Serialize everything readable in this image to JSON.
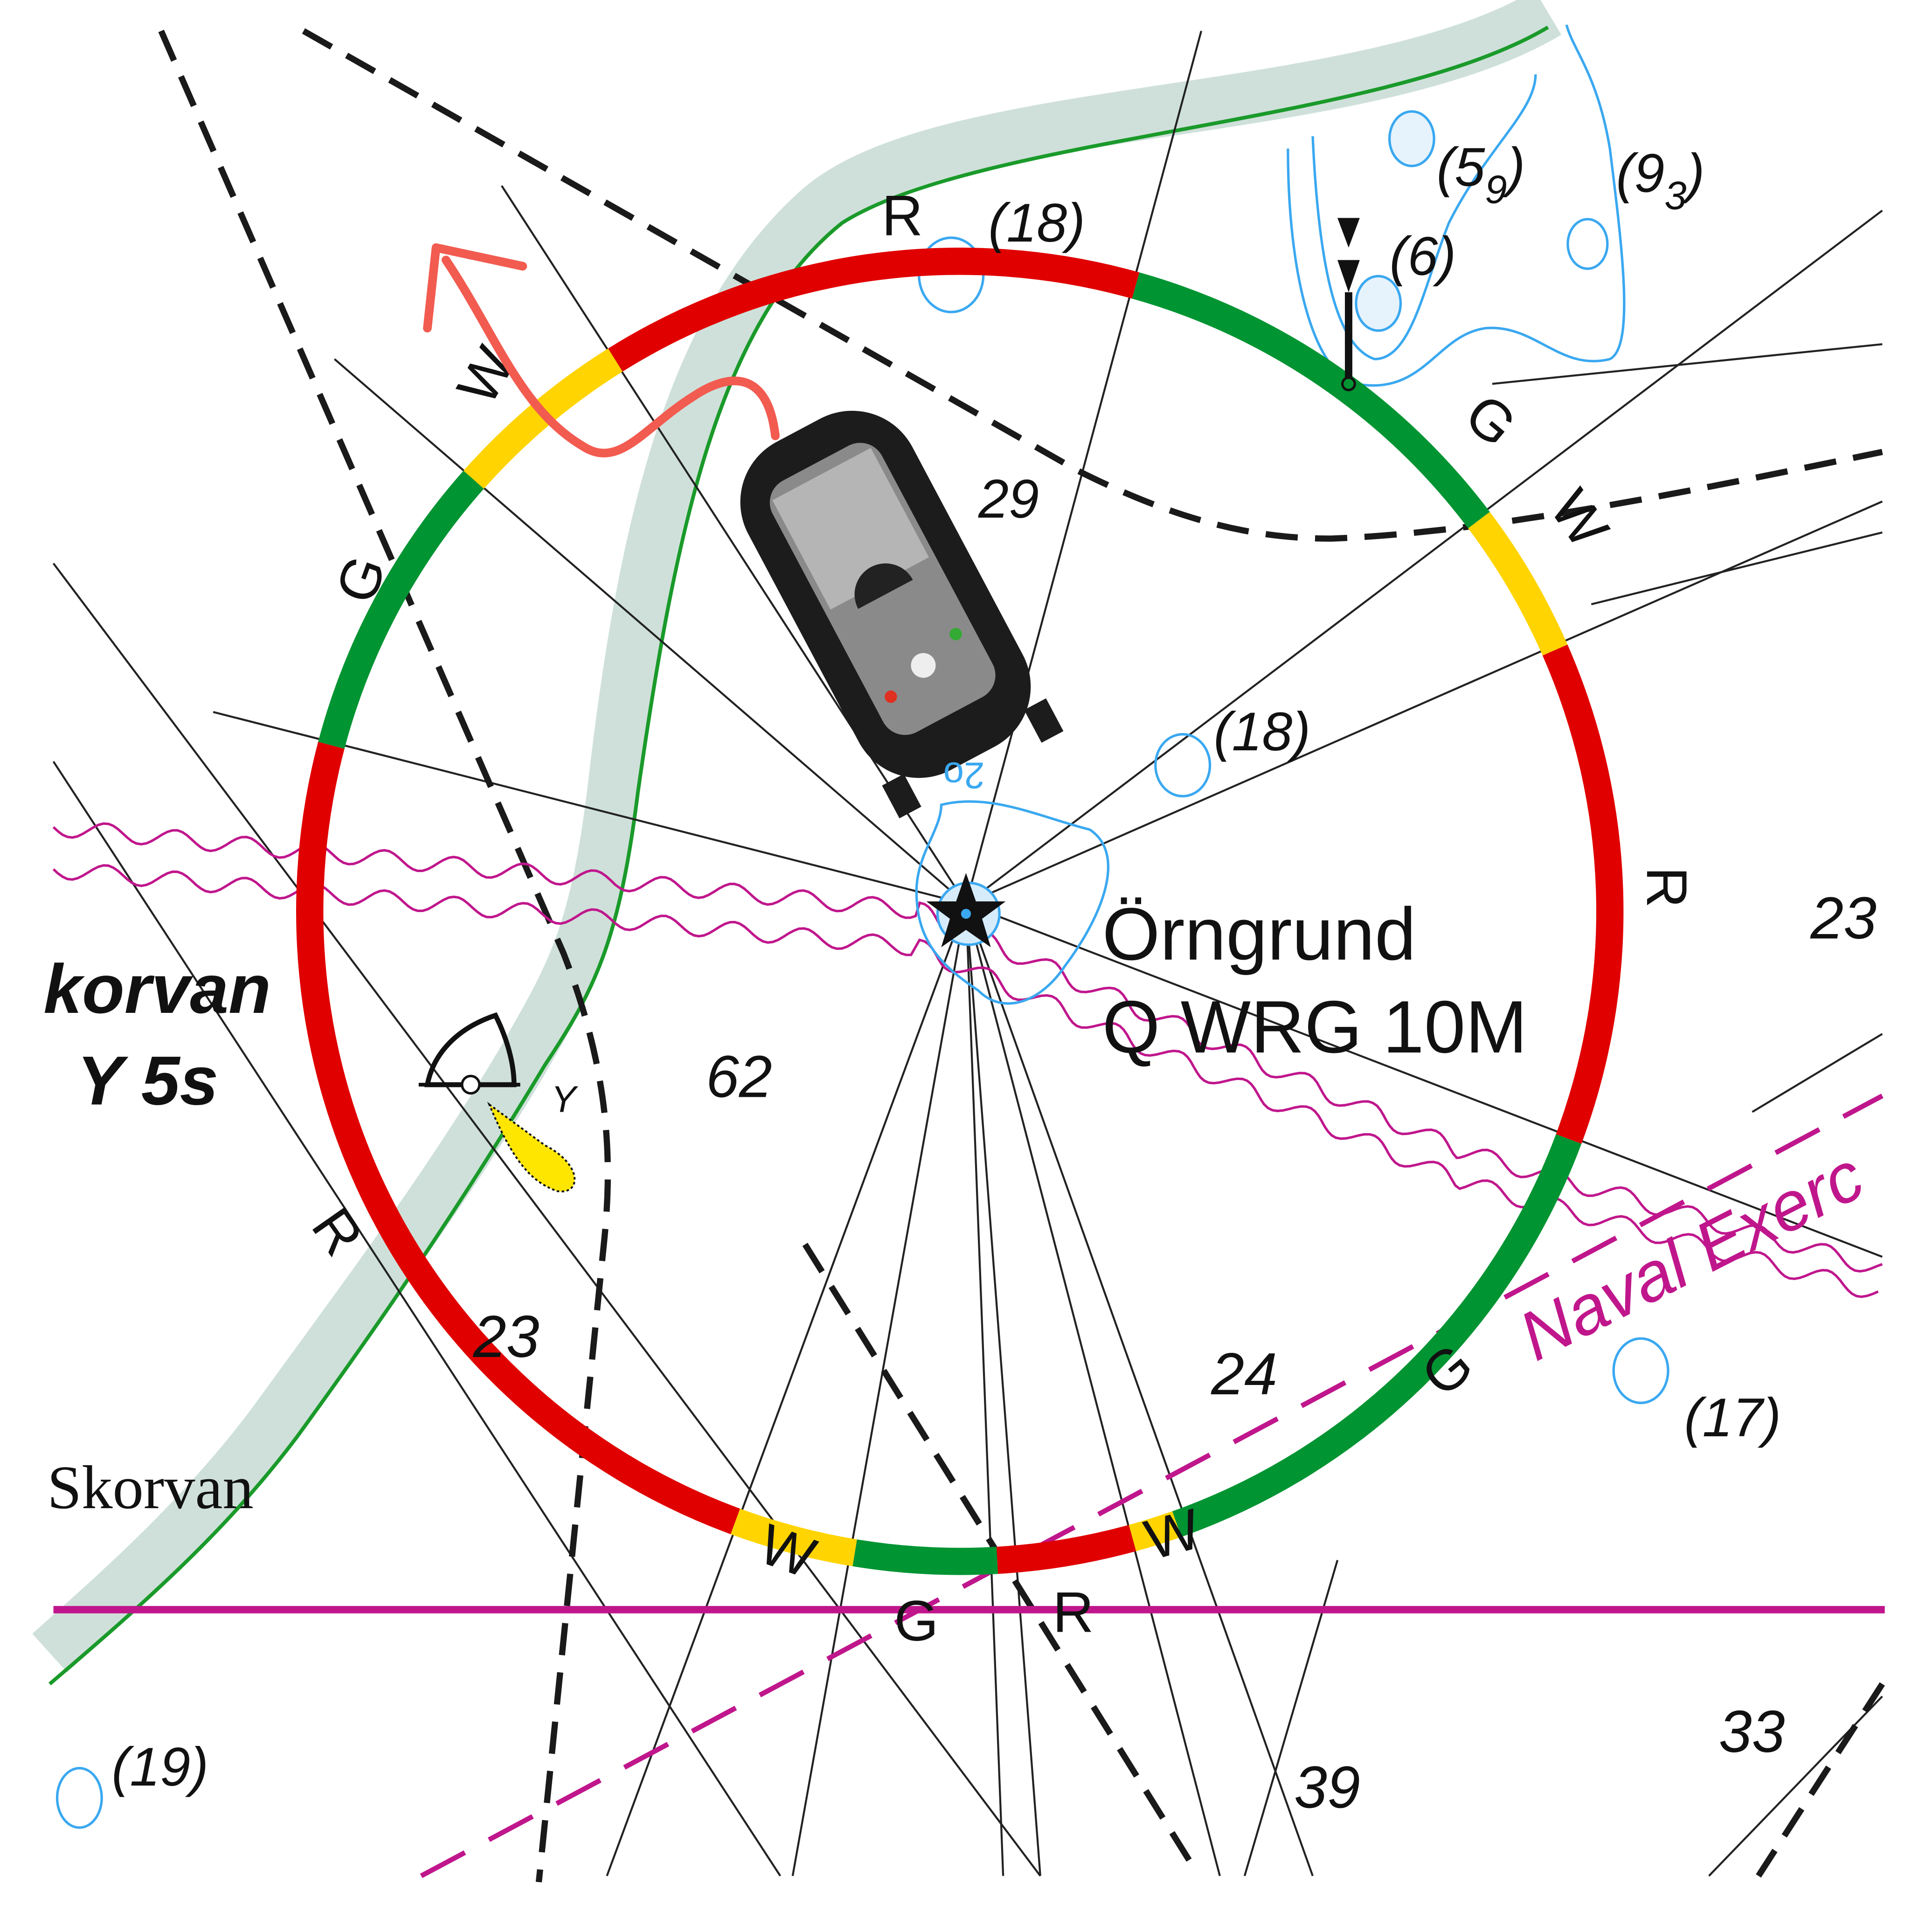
{
  "light": {
    "name": "Örngrund",
    "characteristic": "Q WRG 10M",
    "sector_labels": [
      "R",
      "W",
      "G",
      "G",
      "W",
      "R",
      "G",
      "R",
      "W",
      "G",
      "R",
      "W"
    ],
    "colors": {
      "red": "#e00000",
      "green": "#009432",
      "white_sector": "#ffd400"
    }
  },
  "buoy": {
    "name_partial": "korvan",
    "characteristic": "Y 5s",
    "color_letter": "Y"
  },
  "place": {
    "name": "Skorvan"
  },
  "area": {
    "label": "Naval Exerc"
  },
  "soundings": [
    "62",
    "23",
    "23",
    "24",
    "39",
    "33",
    "29"
  ],
  "depth_labels": {
    "a": "(18)",
    "b": "(18)",
    "c_main": "(5",
    "c_sub": "9",
    "d_main": "(9",
    "d_sub": "3",
    "e": "(6)",
    "f": "(17)",
    "g": "(19)",
    "h": "2o"
  },
  "colors": {
    "land": "#cfe0da",
    "coast": "#1a9a2a",
    "contour": "#3aa8f0",
    "magenta": "#c0168c",
    "annotation": "#f25b50"
  }
}
